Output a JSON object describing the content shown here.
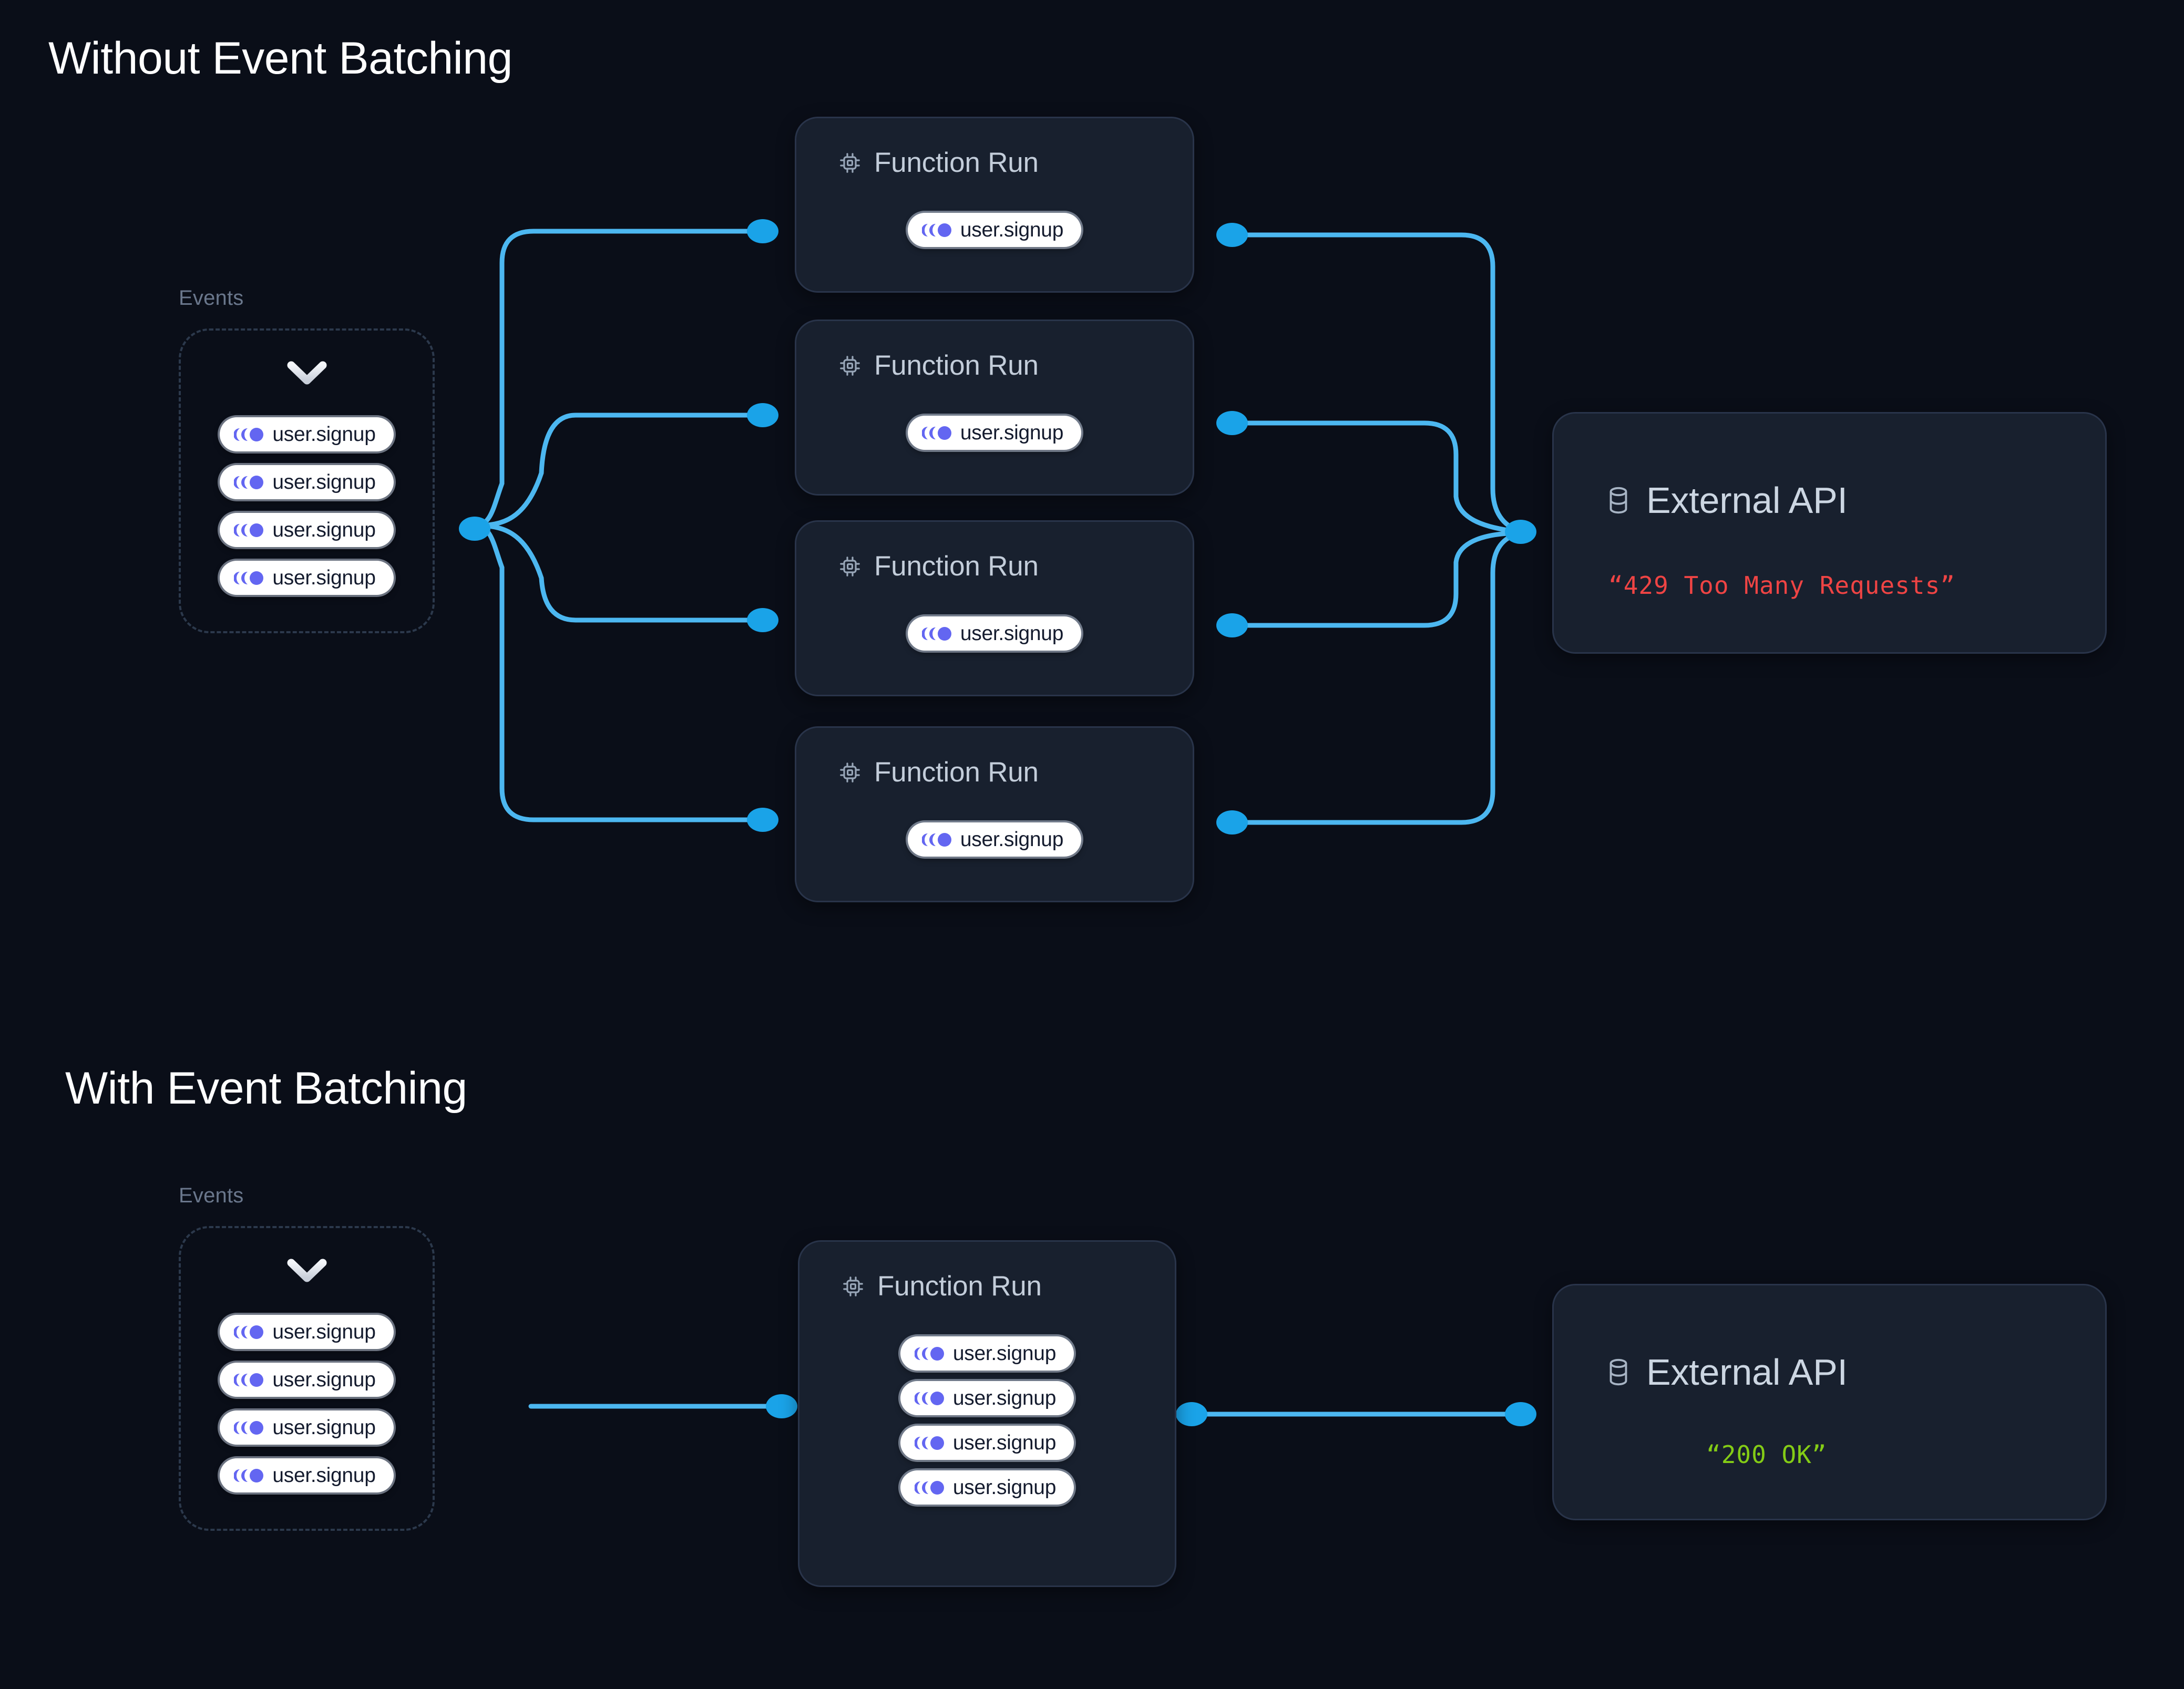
{
  "page": {
    "background_color": "#0a0e18",
    "accent_line_color": "#4cb7f0",
    "accent_node_color": "#1aa3e8",
    "event_icon_color": "#6366f1",
    "card_background": "#18202e",
    "card_border": "#29344a"
  },
  "sections": [
    {
      "id": "without",
      "title": "Without Event Batching",
      "events": {
        "label": "Events",
        "chevron_icon": "chevron-down-icon",
        "pills": [
          {
            "icon": "event-trail-icon",
            "label": "user.signup"
          },
          {
            "icon": "event-trail-icon",
            "label": "user.signup"
          },
          {
            "icon": "event-trail-icon",
            "label": "user.signup"
          },
          {
            "icon": "event-trail-icon",
            "label": "user.signup"
          }
        ]
      },
      "function_runs": [
        {
          "icon": "cpu-chip-icon",
          "title": "Function Run",
          "pills": [
            {
              "icon": "event-trail-icon",
              "label": "user.signup"
            }
          ]
        },
        {
          "icon": "cpu-chip-icon",
          "title": "Function Run",
          "pills": [
            {
              "icon": "event-trail-icon",
              "label": "user.signup"
            }
          ]
        },
        {
          "icon": "cpu-chip-icon",
          "title": "Function Run",
          "pills": [
            {
              "icon": "event-trail-icon",
              "label": "user.signup"
            }
          ]
        },
        {
          "icon": "cpu-chip-icon",
          "title": "Function Run",
          "pills": [
            {
              "icon": "event-trail-icon",
              "label": "user.signup"
            }
          ]
        }
      ],
      "external_api": {
        "icon": "database-icon",
        "title": "External API",
        "status_text": "“429 Too Many Requests”",
        "status_color": "#ef4444"
      }
    },
    {
      "id": "with",
      "title": "With Event Batching",
      "events": {
        "label": "Events",
        "chevron_icon": "chevron-down-icon",
        "pills": [
          {
            "icon": "event-trail-icon",
            "label": "user.signup"
          },
          {
            "icon": "event-trail-icon",
            "label": "user.signup"
          },
          {
            "icon": "event-trail-icon",
            "label": "user.signup"
          },
          {
            "icon": "event-trail-icon",
            "label": "user.signup"
          }
        ]
      },
      "function_runs": [
        {
          "icon": "cpu-chip-icon",
          "title": "Function Run",
          "pills": [
            {
              "icon": "event-trail-icon",
              "label": "user.signup"
            },
            {
              "icon": "event-trail-icon",
              "label": "user.signup"
            },
            {
              "icon": "event-trail-icon",
              "label": "user.signup"
            },
            {
              "icon": "event-trail-icon",
              "label": "user.signup"
            }
          ]
        }
      ],
      "external_api": {
        "icon": "database-icon",
        "title": "External API",
        "status_text": "“200 OK”",
        "status_color": "#84cc16"
      }
    }
  ]
}
